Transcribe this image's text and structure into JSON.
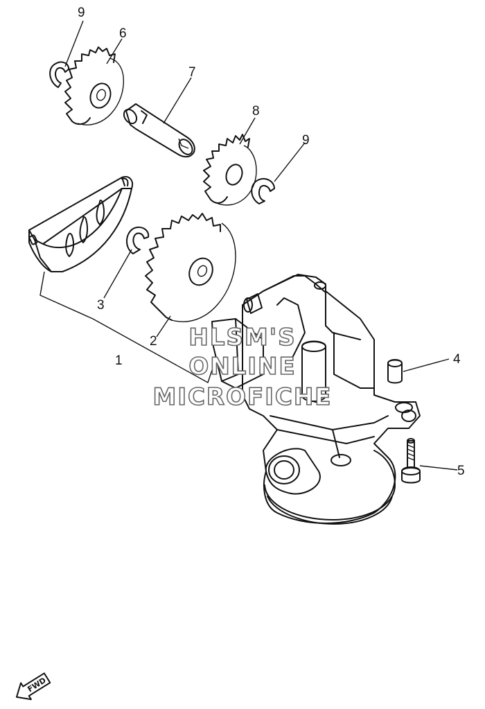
{
  "parts": [
    {
      "id": "callout-1",
      "label": "1"
    },
    {
      "id": "callout-2",
      "label": "2"
    },
    {
      "id": "callout-3",
      "label": "3"
    },
    {
      "id": "callout-4",
      "label": "4"
    },
    {
      "id": "callout-5",
      "label": "5"
    },
    {
      "id": "callout-6",
      "label": "6"
    },
    {
      "id": "callout-7",
      "label": "7"
    },
    {
      "id": "callout-8",
      "label": "8"
    },
    {
      "id": "callout-9a",
      "label": "9"
    },
    {
      "id": "callout-9b",
      "label": "9"
    }
  ],
  "watermark": {
    "line1": "HLSM'S",
    "line2": "ONLINE",
    "line3": "MICROFICHE"
  },
  "fwd_label": "FWD"
}
